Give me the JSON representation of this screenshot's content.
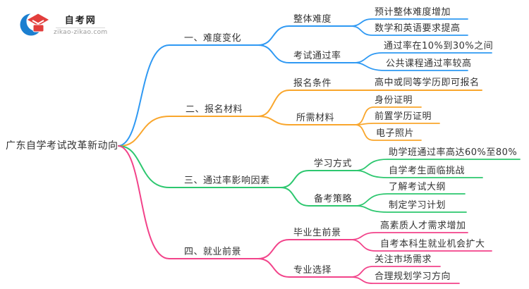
{
  "logo": {
    "title": "自考网",
    "domain": "zikao-zikao.com",
    "crescent_color": "#1B7FD0",
    "cap_color": "#E23E3C"
  },
  "colors": {
    "text": "#333333"
  },
  "root": {
    "label": "广东自学考试改革新动向"
  },
  "branches": [
    {
      "label": "一、难度变化",
      "color": "#2F99F3",
      "children": [
        {
          "label": "整体难度",
          "leaves": [
            "预计整体难度增加",
            "数学和英语要求提高"
          ]
        },
        {
          "label": "考试通过率",
          "leaves": [
            "通过率在10%到30%之间",
            "公共课程通过率较高"
          ]
        }
      ]
    },
    {
      "label": "二、报名材料",
      "color": "#F9A62C",
      "children": [
        {
          "label": "报名条件",
          "leaves": [
            "高中或同等学历即可报名"
          ]
        },
        {
          "label": "所需材料",
          "leaves": [
            "身份证明",
            "前置学历证明",
            "电子照片"
          ]
        }
      ]
    },
    {
      "label": "三、通过率影响因素",
      "color": "#2DC76F",
      "children": [
        {
          "label": "学习方式",
          "leaves": [
            "助学班通过率高达60%至80%",
            "自学考生面临挑战"
          ]
        },
        {
          "label": "备考策略",
          "leaves": [
            "了解考试大纲",
            "制定学习计划"
          ]
        }
      ]
    },
    {
      "label": "四、就业前景",
      "color": "#F2438A",
      "children": [
        {
          "label": "毕业生前景",
          "leaves": [
            "高素质人才需求增加",
            "自考本科生就业机会扩大"
          ]
        },
        {
          "label": "专业选择",
          "leaves": [
            "关注市场需求",
            "合理规划学习方向"
          ]
        }
      ]
    }
  ]
}
